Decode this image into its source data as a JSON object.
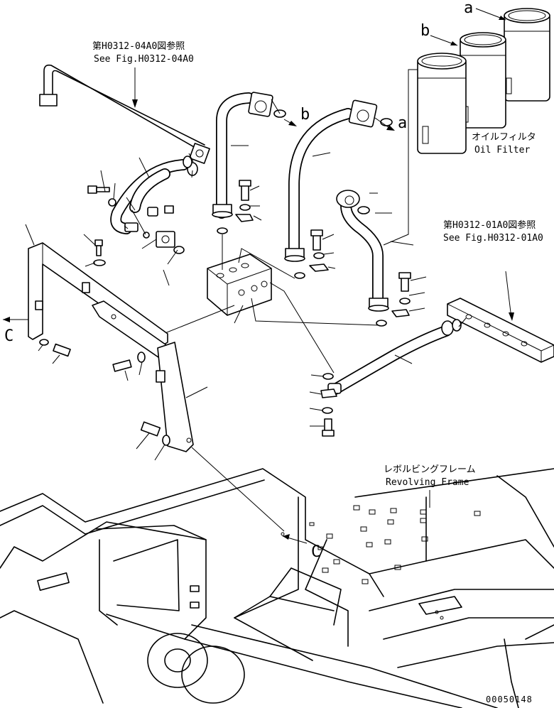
{
  "refs": {
    "fig_04a0_jp": "第H0312-04A0図参照",
    "fig_04a0_en": "See Fig.H0312-04A0",
    "fig_01a0_jp": "第H0312-01A0図参照",
    "fig_01a0_en": "See Fig.H0312-01A0"
  },
  "parts": {
    "oil_filter_jp": "オイルフィルタ",
    "oil_filter_en": "Oil Filter",
    "revolving_frame_jp": "レボルビングフレーム",
    "revolving_frame_en": "Revolving Frame"
  },
  "markers": {
    "a": "a",
    "b": "b",
    "c": "C"
  },
  "drawing_number": "00050148"
}
